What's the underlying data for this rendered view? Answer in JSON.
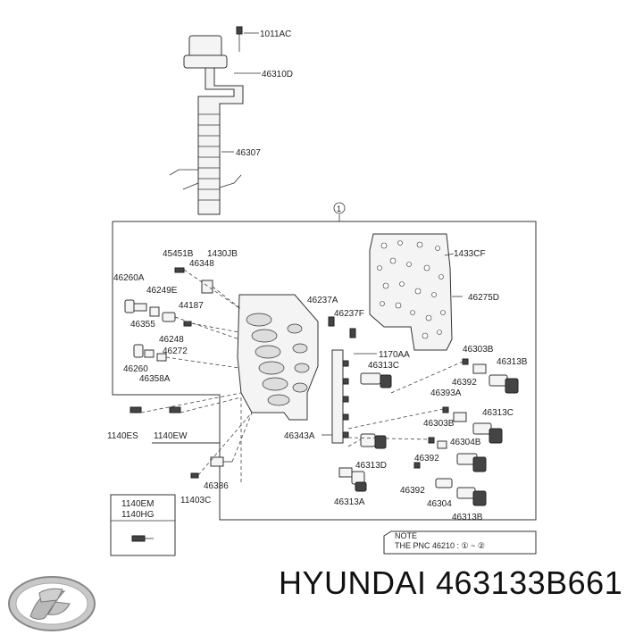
{
  "labels": {
    "p1011AC": "1011AC",
    "p46310D": "46310D",
    "p46307": "46307",
    "circle1": "1",
    "p1433CF": "1433CF",
    "p46275D": "46275D",
    "p45451B": "45451B",
    "p1430JB": "1430JB",
    "p46348": "46348",
    "p46260A": "46260A",
    "p46249E": "46249E",
    "p46237A": "46237A",
    "p46237F": "46237F",
    "p44187": "44187",
    "p46355": "46355",
    "p46248": "46248",
    "p46272": "46272",
    "p1170AA": "1170AA",
    "p46313C_a": "46313C",
    "p46303B_a": "46303B",
    "p46313B_a": "46313B",
    "p46260": "46260",
    "p46358A": "46358A",
    "p46392_a": "46392",
    "p46393A": "46393A",
    "p46303B_b": "46303B",
    "p46313C_b": "46313C",
    "p1140ES": "1140ES",
    "p1140EW": "1140EW",
    "p46343A": "46343A",
    "p46304B": "46304B",
    "p46313D": "46313D",
    "p46392_b": "46392",
    "p46386": "46386",
    "p11403C": "11403C",
    "p46392_c": "46392",
    "p46313A": "46313A",
    "p46304": "46304",
    "p46313B_b": "46313B",
    "p1140EM": "1140EM",
    "p1140HG": "1140HG",
    "note_title": "NOTE",
    "note_text": "THE PNC 46210 : ① ~ ②"
  },
  "brand": {
    "text": "HYUNDAI 463133B661"
  }
}
